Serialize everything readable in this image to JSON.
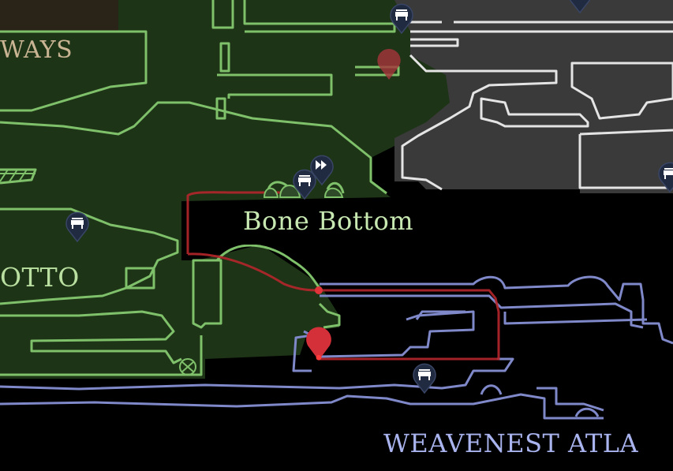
{
  "map": {
    "area_labels": {
      "ways": "WAYS",
      "grotto": "OTTO",
      "bone_bottom": "Bone Bottom",
      "weavenest": "WEAVENEST ATLA"
    },
    "pins": [
      {
        "kind": "bench",
        "icon": "bench-icon"
      },
      {
        "kind": "bench",
        "icon": "bench-icon"
      },
      {
        "kind": "fast-travel",
        "icon": "fast-forward-icon"
      },
      {
        "kind": "bench",
        "icon": "bench-icon"
      },
      {
        "kind": "bench",
        "icon": "bench-icon"
      },
      {
        "kind": "bench",
        "icon": "bench-icon"
      },
      {
        "kind": "player-marker",
        "icon": "map-marker-icon"
      },
      {
        "kind": "player-marker",
        "icon": "map-marker-icon"
      }
    ],
    "colors": {
      "green_region_fill": "#1f3518",
      "green_outline": "#7fc06a",
      "grey_region_fill": "#3a3a3a",
      "grey_outline": "#e6e6e6",
      "blue_outline": "#7a84c4",
      "route_line": "#c0282c",
      "marker": "#d3303a",
      "pin_fill": "#202a40"
    }
  }
}
